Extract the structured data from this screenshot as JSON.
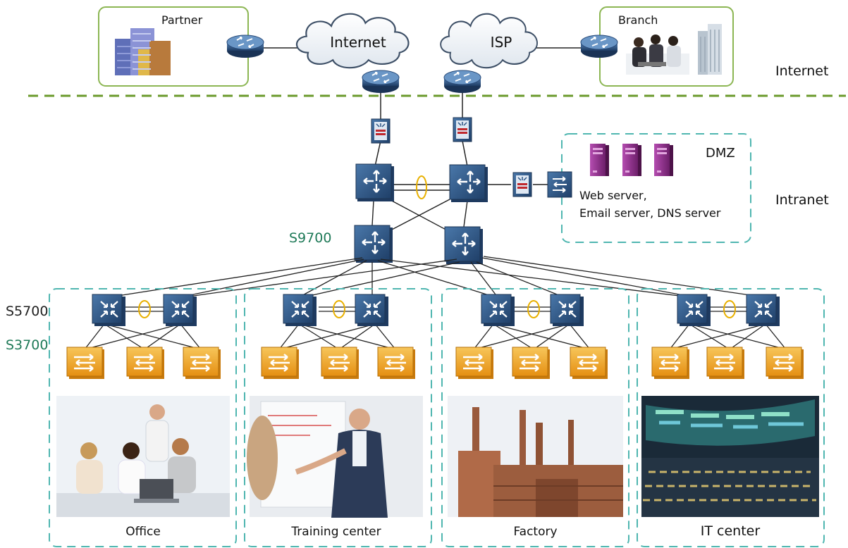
{
  "zones": {
    "internet": "Internet",
    "intranet": "Intranet"
  },
  "top": {
    "partner_label": "Partner",
    "branch_label": "Branch",
    "internet_cloud": "Internet",
    "isp_cloud": "ISP"
  },
  "dmz": {
    "title": "DMZ",
    "servers_line1": "Web server,",
    "servers_line2": "Email server, DNS server"
  },
  "layers": {
    "core": "S9700",
    "aggregation": "S5700",
    "access": "S3700"
  },
  "areas": [
    {
      "caption": "Office"
    },
    {
      "caption": "Training center"
    },
    {
      "caption": "Factory"
    },
    {
      "caption": "IT center"
    }
  ],
  "colors": {
    "boundary_line": "#6b9a2c",
    "partition_dash": "#4fb6b0",
    "switch_blue": "#2c5484",
    "access_orange": "#f0a423",
    "server_purple": "#8a2f86",
    "stack_ring": "#e8b000"
  },
  "icons": [
    "router-icon",
    "firewall-icon",
    "core-switch-icon",
    "aggregation-switch-icon",
    "access-switch-icon",
    "server-icon",
    "cloud-icon"
  ]
}
